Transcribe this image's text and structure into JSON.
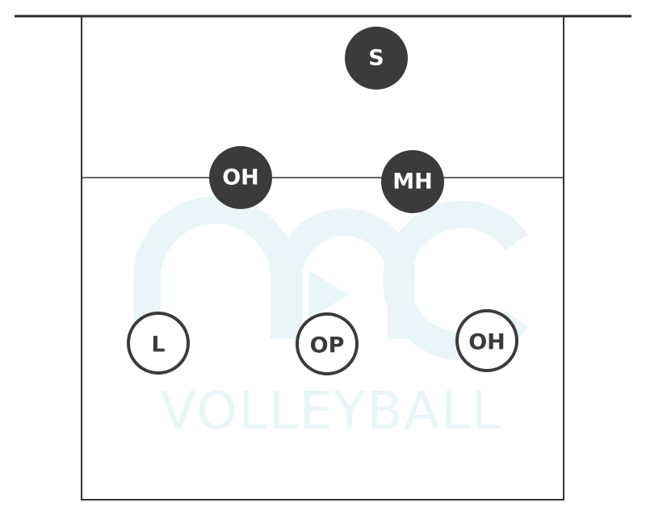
{
  "diagram": {
    "players": [
      {
        "id": "setter",
        "label": "S",
        "style": "filled"
      },
      {
        "id": "outside-hitter-front",
        "label": "OH",
        "style": "filled"
      },
      {
        "id": "middle-hitter",
        "label": "MH",
        "style": "filled"
      },
      {
        "id": "libero",
        "label": "L",
        "style": "outline"
      },
      {
        "id": "opposite",
        "label": "OP",
        "style": "outline"
      },
      {
        "id": "outside-hitter-back",
        "label": "OH",
        "style": "outline"
      }
    ],
    "colors": {
      "court_line": "#333333",
      "player_dark": "#3b3b3b",
      "watermark": "#e9f5f7"
    }
  },
  "watermark": {
    "text": "VOLLEYBALL"
  }
}
